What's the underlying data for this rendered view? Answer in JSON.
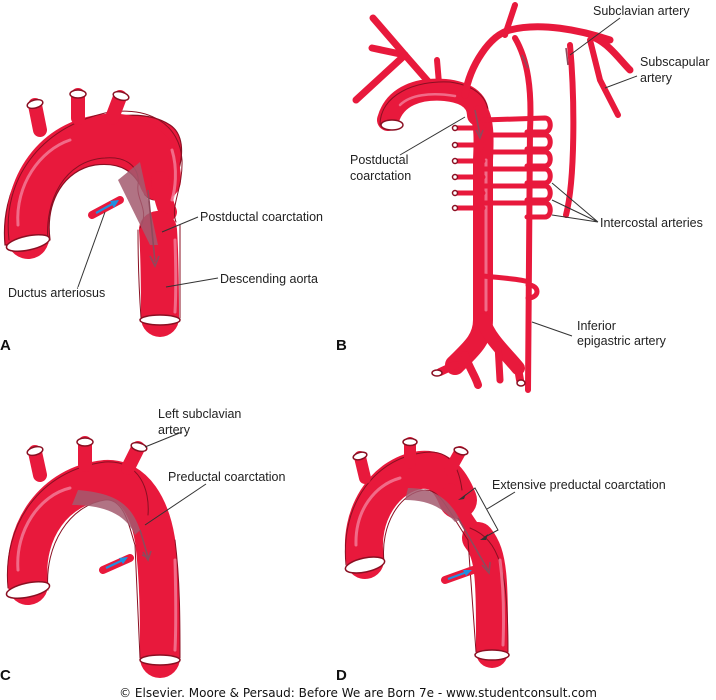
{
  "figure": {
    "panels": [
      {
        "id": "A",
        "letter": "A",
        "labels": {
          "postductal": "Postductal coarctation",
          "ductus": "Ductus arteriosus",
          "descending": "Descending aorta"
        }
      },
      {
        "id": "B",
        "letter": "B",
        "labels": {
          "subclavian": "Subclavian artery",
          "subscapular_1": "Subscapular",
          "subscapular_2": "artery",
          "postductal_1": "Postductal",
          "postductal_2": "coarctation",
          "intercostal": "Intercostal arteries",
          "epigastric_1": "Inferior",
          "epigastric_2": "epigastric artery"
        }
      },
      {
        "id": "C",
        "letter": "C",
        "labels": {
          "left_subclavian_1": "Left subclavian",
          "left_subclavian_2": "artery",
          "preductal": "Preductal coarctation"
        }
      },
      {
        "id": "D",
        "letter": "D",
        "labels": {
          "extensive": "Extensive preductal coarctation"
        }
      }
    ],
    "credit": "© Elsevier. Moore & Persaud: Before We are Born 7e - www.studentconsult.com",
    "colors": {
      "vessel": "#e8193c",
      "vessel_outline": "#8a0f22",
      "highlight": "#f27a95",
      "flow_arrow": "#a35a6e",
      "ductal_flow": "#1e90e0"
    }
  }
}
